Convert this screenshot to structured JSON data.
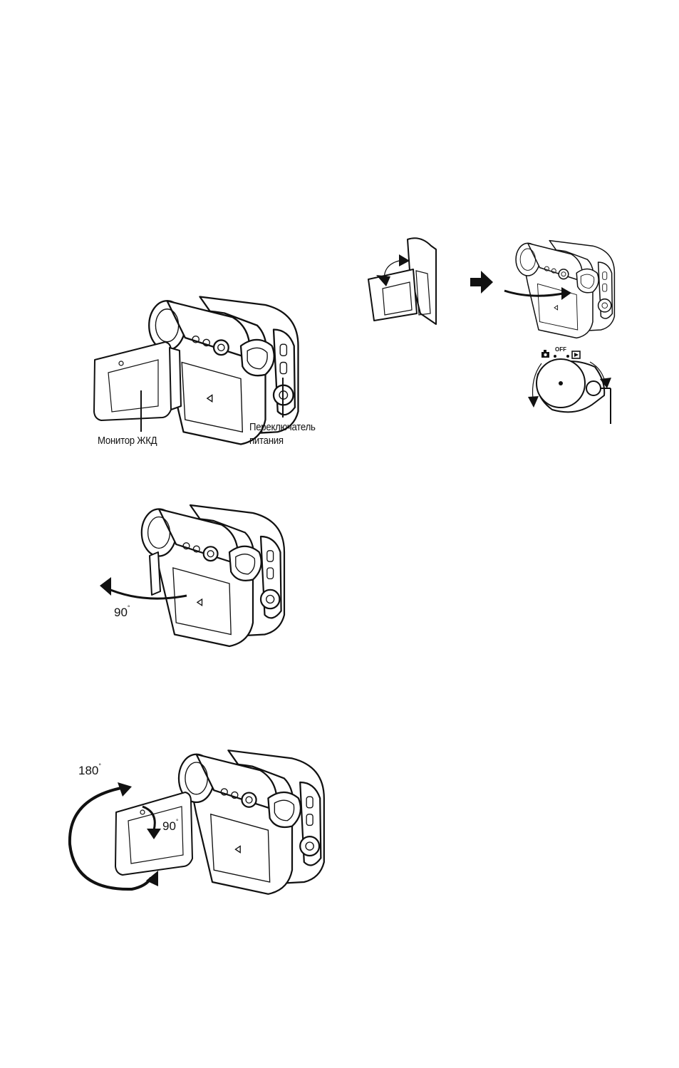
{
  "figures": {
    "fig1": {
      "label_lcd": "Монитор ЖКД",
      "label_power_line1": "Переключатель",
      "label_power_line2": "питания"
    },
    "fig3": {
      "angle_label": "90"
    },
    "fig4": {
      "angle_outer": "180",
      "angle_inner": "90"
    },
    "dial": {
      "off_label": "OFF"
    }
  },
  "icons": [
    "camera-icon",
    "play-icon",
    "arrow-right-icon"
  ]
}
